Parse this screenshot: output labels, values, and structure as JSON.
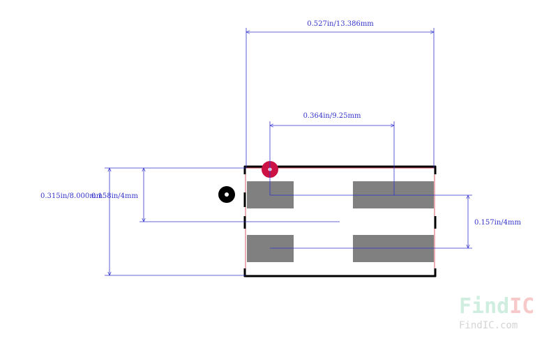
{
  "colors": {
    "dimension": "#3333cc",
    "pad": "#808080",
    "outline": "#000000",
    "board_edge": "#cc3344",
    "pin1_marker": "#cc1144",
    "watermark_light": "#cfeee0",
    "watermark_accent": "#f7c9c9",
    "watermark_small": "#d4d4d4"
  },
  "dimensions": {
    "overall_width": "0.527in/13.386mm",
    "pad_span": "0.364in/9.25mm",
    "overall_height": "0.315in/8.000mm",
    "left_pitch": "0.158in/4mm",
    "right_pitch": "0.157in/4mm"
  },
  "watermark": {
    "logo_prefix": "Find",
    "logo_suffix": "IC",
    "url": "FindIC.com"
  }
}
